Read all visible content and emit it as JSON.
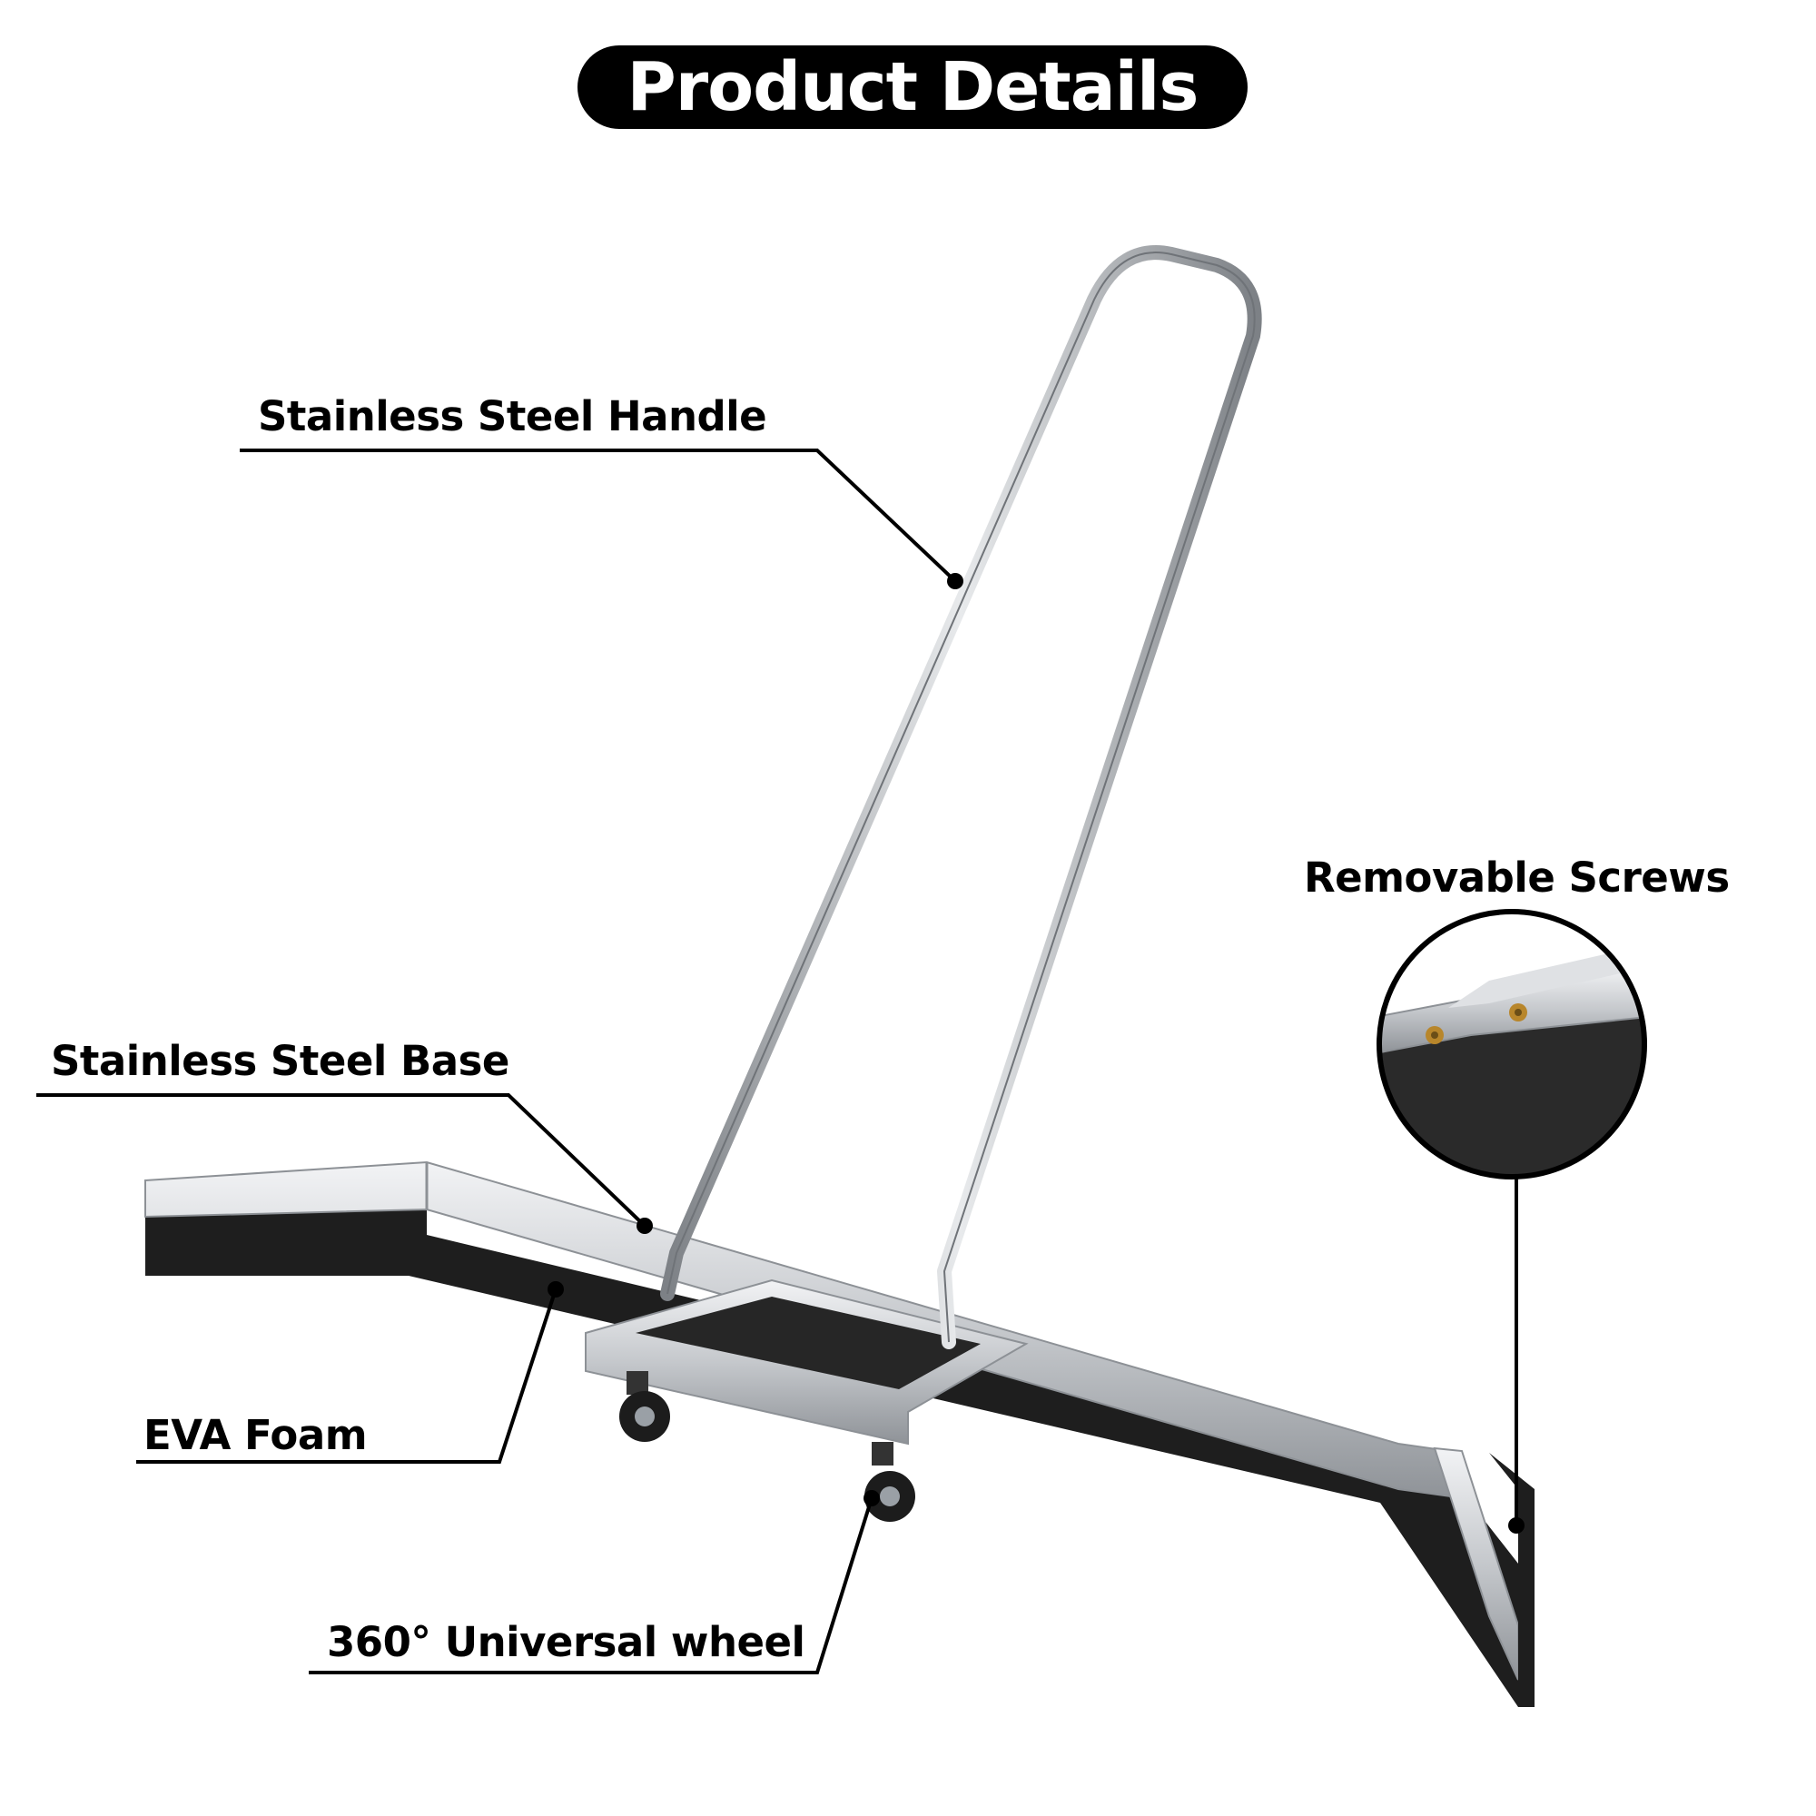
{
  "header": {
    "title": "Product Details"
  },
  "callouts": {
    "handle": "Stainless Steel Handle",
    "base": "Stainless Steel Base",
    "foam": "EVA Foam",
    "wheel": "360° Universal wheel",
    "screws": "Removable Screws"
  },
  "colors": {
    "background": "#ffffff",
    "pill": "#000000",
    "pill_text": "#ffffff",
    "steel": "#c9ccd0",
    "steel_dark": "#8d9196",
    "foam": "#1e1e1e"
  },
  "icons": {
    "product": "floor-squeegee-illustration",
    "detail": "screw-detail-zoom"
  }
}
